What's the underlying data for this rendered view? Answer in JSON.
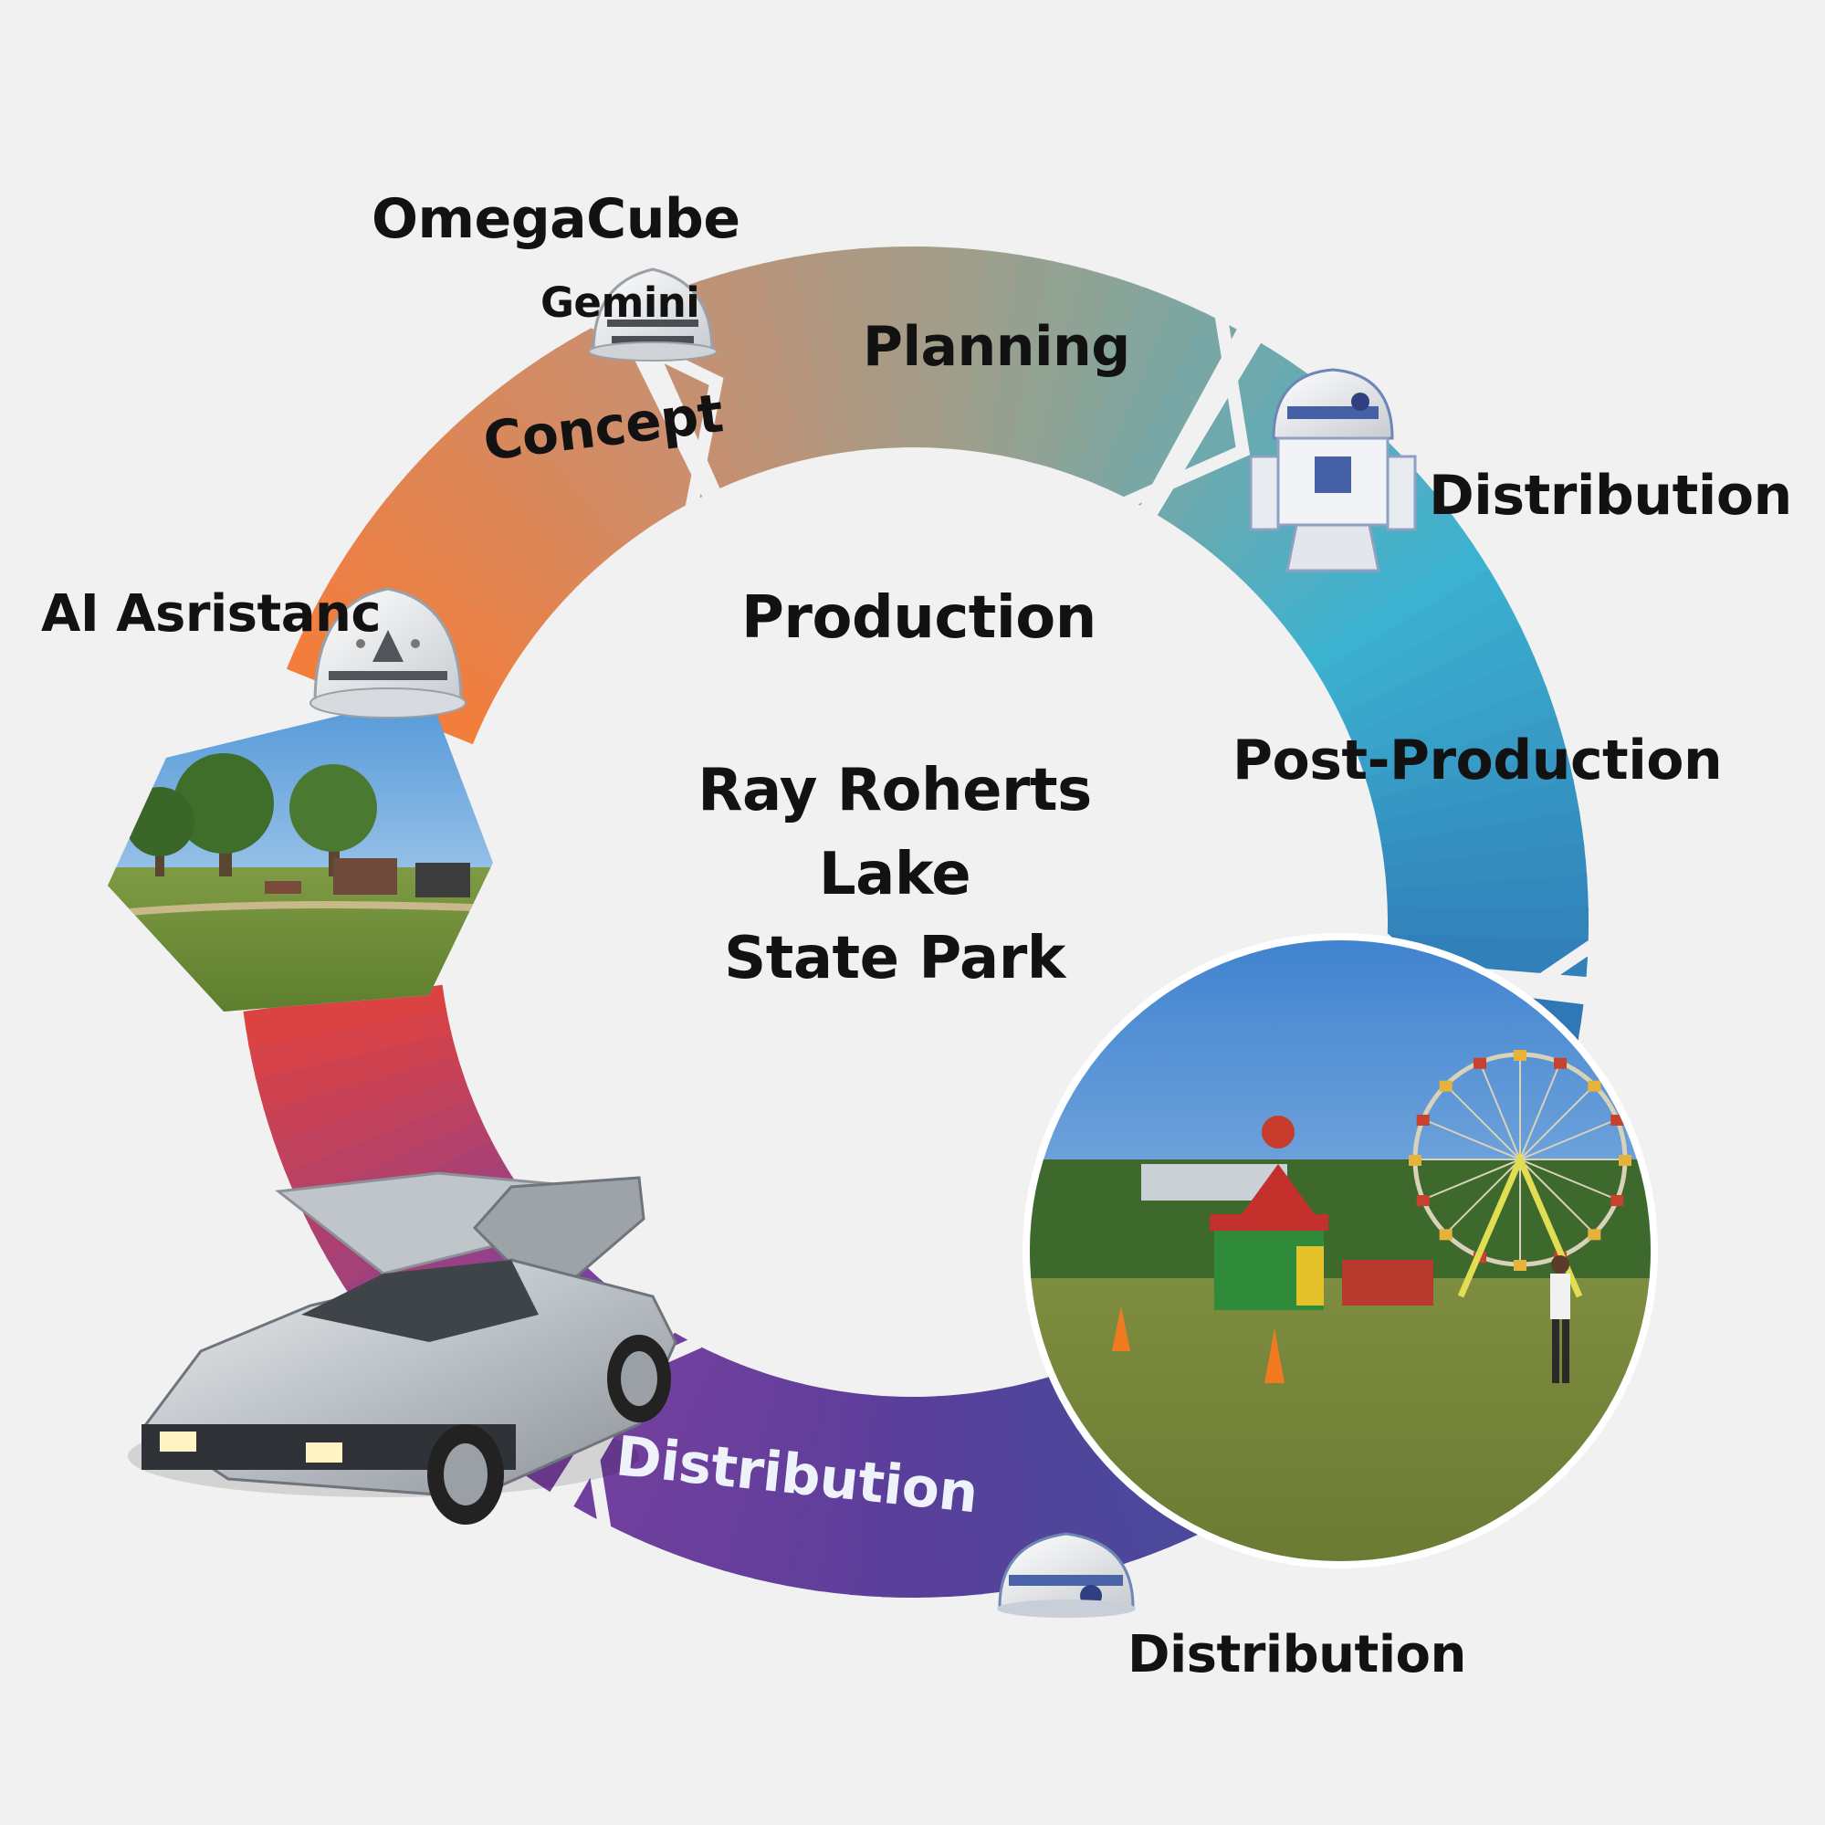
{
  "header": {
    "brand": "OmegaCube",
    "product": "Gemini"
  },
  "cycle": {
    "stages": [
      {
        "label": "Concept",
        "color": "#f2773d"
      },
      {
        "label": "Planning",
        "color": "#d28a62"
      },
      {
        "label": "Distribution",
        "color": "#8fa194"
      },
      {
        "label": "Post-Production",
        "color": "#3ab0d1"
      },
      {
        "label": "Distribution",
        "color": "#4069a6"
      },
      {
        "label": "AI Asristanc",
        "color": "#e2483d"
      }
    ],
    "extra_labels": {
      "bottom_right": "Distribution"
    },
    "arc_gradient": [
      "#f37d3b",
      "#c98f70",
      "#8ea395",
      "#3cb2d1",
      "#2f78b5",
      "#3f4f9c",
      "#5a3f9a",
      "#7d3f9f",
      "#e2433c"
    ]
  },
  "center": {
    "heading": "Production",
    "location_lines": [
      "Ray Roherts",
      "Lake",
      "State Park"
    ]
  },
  "illustrations": {
    "robot_icons": [
      "gemini-dome-icon",
      "robot-dome-ai-icon",
      "astromech-robot-icon",
      "robot-dome-small-icon"
    ],
    "photos": [
      "park-picnic-photo",
      "playground-ferris-wheel-photo",
      "gullwing-car-image"
    ]
  }
}
